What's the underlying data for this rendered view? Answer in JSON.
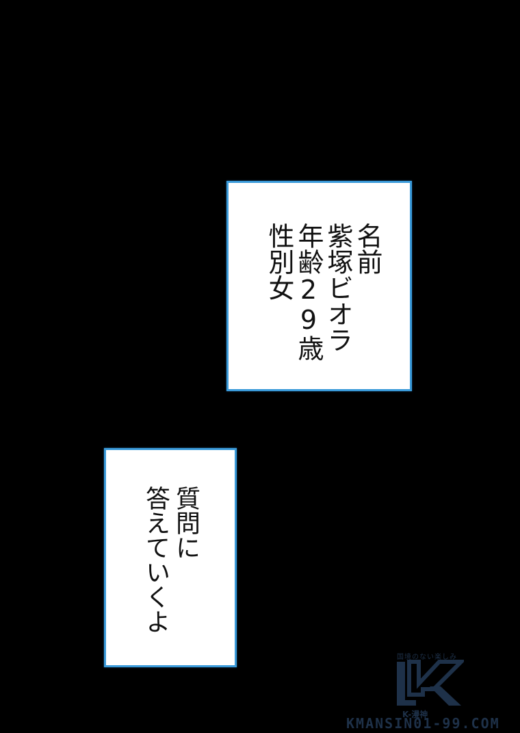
{
  "panels": [
    {
      "columns": [
        "名前",
        "紫塚ビオラ",
        "年齢29歳",
        "性別女"
      ]
    },
    {
      "columns": [
        "質問に",
        "答えていくよ"
      ]
    }
  ],
  "watermark": {
    "tagline": "国境のない楽しみ",
    "logo_letter": "K",
    "brand": "K-漫神",
    "url": "KMANSIN01-99.COM",
    "color": "#1e3149"
  },
  "colors": {
    "background": "#000000",
    "panel_fill": "#ffffff",
    "panel_border": "#3a9ad9",
    "text": "#111111"
  }
}
